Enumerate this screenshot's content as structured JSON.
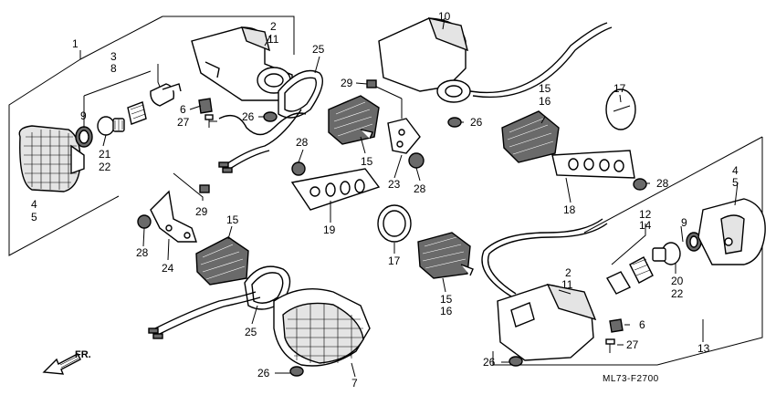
{
  "diagram": {
    "callouts": {
      "c1": "1",
      "c2a": "2",
      "c11a": "11",
      "c3": "3",
      "c8": "8",
      "c9a": "9",
      "c6a": "6",
      "c27a": "27",
      "c21": "21",
      "c22a": "22",
      "c4a": "4",
      "c5a": "5",
      "c25a": "25",
      "c26a": "26",
      "c29a": "29",
      "c10": "10",
      "c17a": "17",
      "c15a": "15",
      "c16a": "16",
      "c26b": "26",
      "c28a": "28",
      "c15b": "15",
      "c23": "23",
      "c28b": "28",
      "c19": "19",
      "c18": "18",
      "c28c": "28",
      "c4b": "4",
      "c5b": "5",
      "c12": "12",
      "c14": "14",
      "c9b": "9",
      "c20": "20",
      "c22b": "22",
      "c6b": "6",
      "c27b": "27",
      "c13": "13",
      "c2b": "2",
      "c11b": "11",
      "c26c": "26",
      "c7": "7",
      "c26d": "26",
      "c25b": "25",
      "c15c": "15",
      "c28d": "28",
      "c24": "24",
      "c29b": "29",
      "c17b": "17",
      "c15d": "15",
      "c16b": "16"
    },
    "front_label": "FR.",
    "drawing_code": "ML73-F2700"
  }
}
